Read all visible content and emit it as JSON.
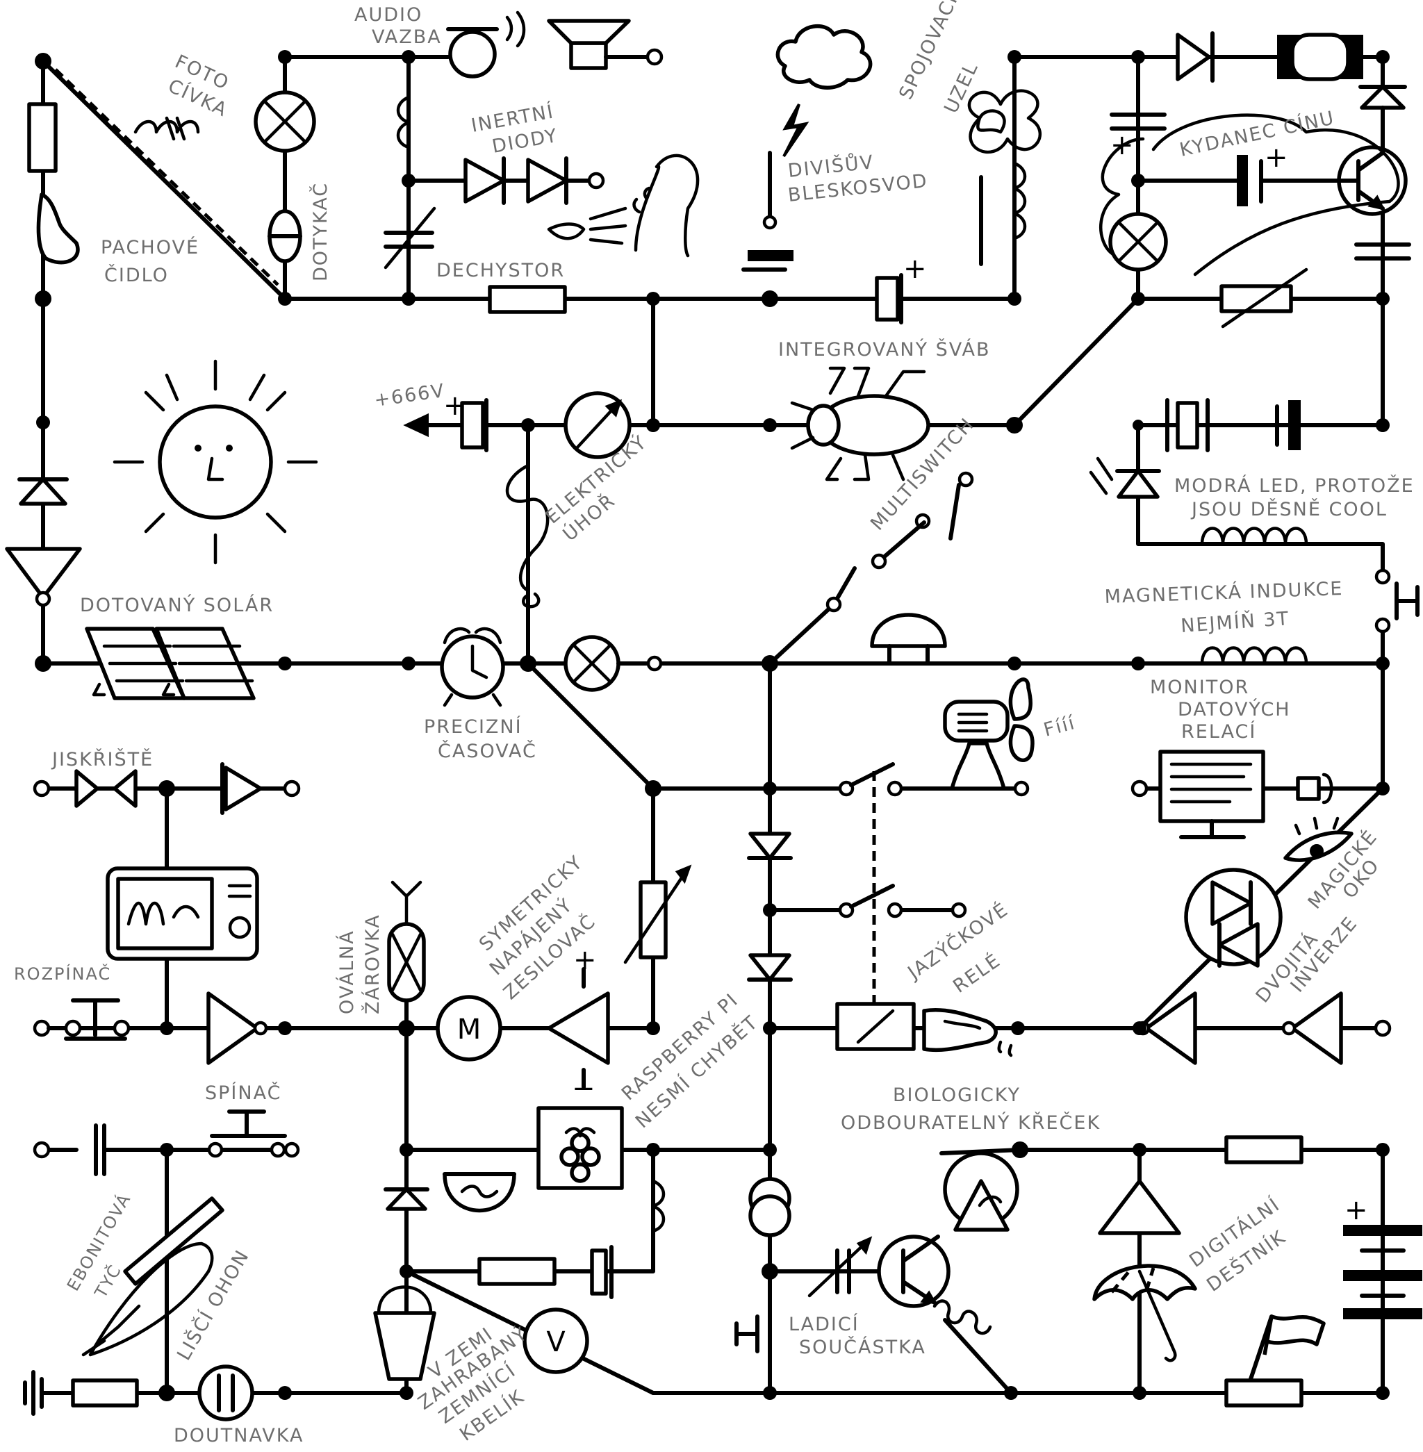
{
  "labels": {
    "audio_vazba_1": "AUDIO",
    "audio_vazba_2": "VAZBA",
    "foto_civka_1": "FOTO",
    "foto_civka_2": "CÍVKA",
    "inertni_diody_1": "INERTNÍ",
    "inertni_diody_2": "DIODY",
    "divisuv_1": "DIVIŠŮV",
    "divisuv_2": "BLESKOSVOD",
    "spojovaci_1": "SPOJOVACÍ",
    "spojovaci_2": "UZEL",
    "kydanec": "KYDANEC CÍNU",
    "pachove_1": "PACHOVÉ",
    "pachove_2": "ČIDLO",
    "dotykac": "DOTYKAČ",
    "dechystor": "DECHYSTOR",
    "integrovany": "INTEGROVANÝ ŠVÁB",
    "plus666": "+666V",
    "elektricky_1": "ELEKTRICKÝ",
    "elektricky_2": "ÚHOŘ",
    "multiswitch": "MULTISWITCH",
    "modra_1": "MODRÁ LED, PROTOŽE",
    "modra_2": "JSOU DĚSNĚ COOL",
    "dotovany": "DOTOVANÝ SOLÁR",
    "magneticka_1": "MAGNETICKÁ INDUKCE",
    "magneticka_2": "NEJMÍŇ 3T",
    "precizni_1": "PRECIZNÍ",
    "precizni_2": "ČASOVAČ",
    "fiiii": "Fííí",
    "monitor_1": "MONITOR",
    "monitor_2": "DATOVÝCH",
    "monitor_3": "RELACÍ",
    "jiskriste": "JISKŘIŠTĚ",
    "magicke_1": "MAGICKÉ",
    "magicke_2": "OKO",
    "symetricky_1": "SYMETRICKY",
    "symetricky_2": "NAPÁJENÝ",
    "symetricky_3": "ZESILOVAČ",
    "ovalna_1": "OVÁLNÁ",
    "ovalna_2": "ŽÁROVKA",
    "jazyckove_1": "JAZÝČKOVÉ",
    "jazyckove_2": "RELÉ",
    "dvojita_1": "DVOJITÁ",
    "dvojita_2": "INVERZE",
    "rozpinac": "ROZPÍNAČ",
    "spinac": "SPÍNAČ",
    "raspberry_1": "RASPBERRY PI",
    "raspberry_2": "NESMÍ CHYBĚT",
    "biologicky_1": "BIOLOGICKY",
    "biologicky_2": "ODBOURATELNÝ KŘEČEK",
    "digitalni_1": "DIGITÁLNÍ",
    "digitalni_2": "DEŠTNÍK",
    "ebonitova_1": "EBONITOVÁ",
    "ebonitova_2": "TYČ",
    "lisci": "LIŠČÍ OHON",
    "ladici_1": "LADICÍ",
    "ladici_2": "SOUČÁSTKA",
    "zemi_1": "V ZEMI",
    "zemi_2": "ZAHRABANÝ",
    "zemi_3": "ZEMNÍCÍ",
    "zemi_4": "KBELÍK",
    "doutnavka": "DOUTNAVKA"
  },
  "symbols": {
    "plus": "+",
    "minus": "−",
    "motor": "M",
    "voltmeter": "V"
  }
}
